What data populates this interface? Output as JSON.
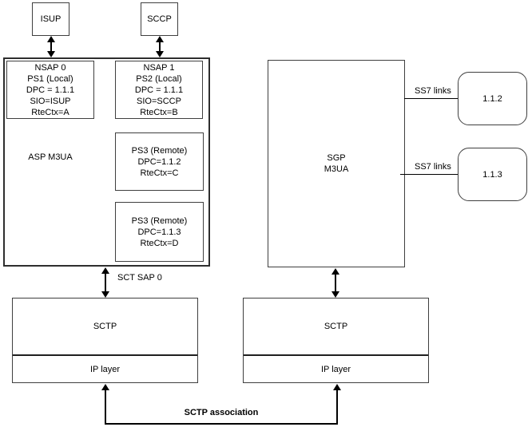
{
  "top_boxes": {
    "isup": "ISUP",
    "sccp": "SCCP"
  },
  "asp": {
    "label": [
      "ASP",
      "M3UA"
    ],
    "nsap0": [
      "NSAP 0",
      "PS1 (Local)",
      "DPC = 1.1.1",
      "SIO=ISUP",
      "RteCtx=A"
    ],
    "nsap1": [
      "NSAP 1",
      "PS2 (Local)",
      "DPC = 1.1.1",
      "SIO=SCCP",
      "RteCtx=B"
    ],
    "ps3_remote_c": [
      "PS3 (Remote)",
      "DPC=1.1.2",
      "RteCtx=C"
    ],
    "ps3_remote_d": [
      "PS3 (Remote)",
      "DPC=1.1.3",
      "RteCtx=D"
    ]
  },
  "sgp": {
    "label": [
      "SGP",
      "M3UA"
    ]
  },
  "left_stack": {
    "sctp": "SCTP",
    "ip": "IP layer"
  },
  "right_stack": {
    "sctp": "SCTP",
    "ip": "IP layer"
  },
  "ss7_nodes": {
    "node1": "1.1.2",
    "node2": "1.1.3"
  },
  "labels": {
    "sct_sap": "SCT SAP 0",
    "ss7_links_1": "SS7 links",
    "ss7_links_2": "SS7 links",
    "sctp_association": "SCTP association"
  },
  "colors": {
    "background": "#ffffff",
    "border": "#3f3f3f",
    "line": "#000000",
    "text": "#000000"
  }
}
